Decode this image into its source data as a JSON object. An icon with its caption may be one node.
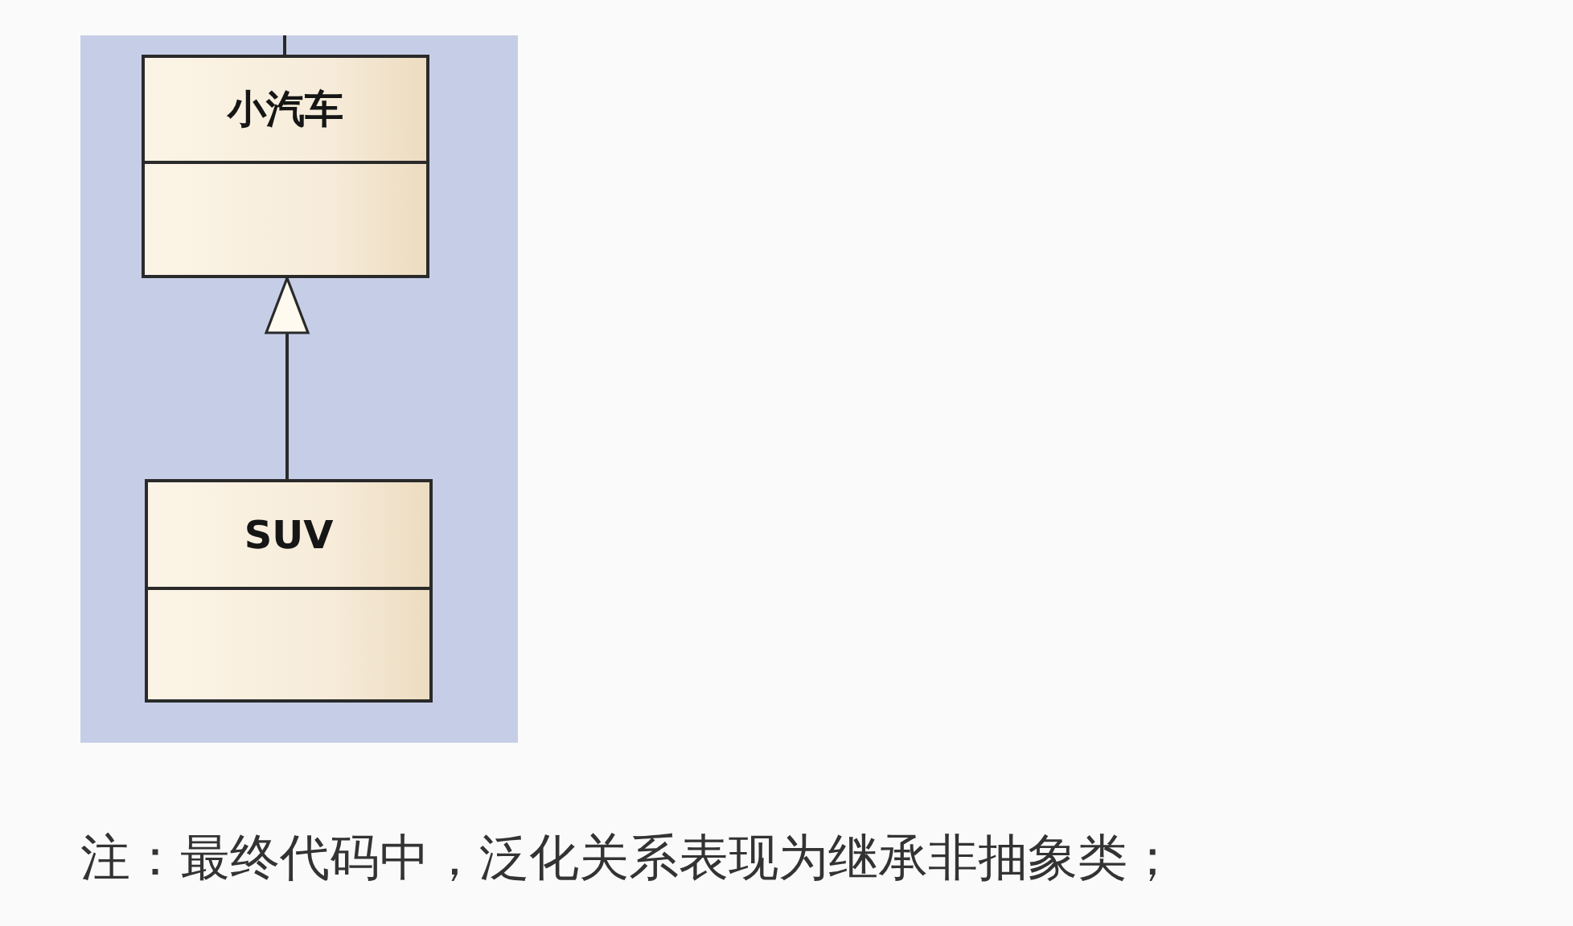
{
  "diagram": {
    "caption": "注：最终代码中，泛化关系表现为继承非抽象类；",
    "nodes": [
      {
        "text": [
          "小汽车"
        ]
      },
      {
        "text": [
          "SUV"
        ]
      }
    ],
    "edges": [
      {
        "from": 0,
        "to": null,
        "arrow": "none"
      },
      {
        "from": 1,
        "to": 0,
        "arrow": "to"
      }
    ]
  }
}
